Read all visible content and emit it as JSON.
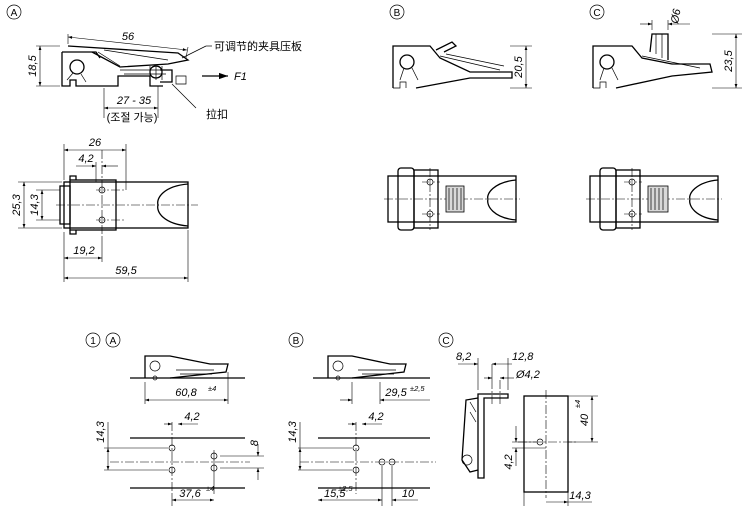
{
  "views": {
    "a": {
      "badge": "A"
    },
    "b": {
      "badge": "B"
    },
    "c": {
      "badge": "C"
    }
  },
  "labels": {
    "clamp_plate": "可调节的夹具压板",
    "pull_latch": "拉扣",
    "adjustable": "(조절 가능)",
    "force": "F1"
  },
  "dimensions": {
    "a_len_56": "56",
    "a_h_18_5": "18,5",
    "a_range": "27 - 35",
    "b_h_20_5": "20,5",
    "c_h_23_5": "23,5",
    "c_dia_6": "Ø6",
    "plan_26": "26",
    "plan_4_2": "4,2",
    "plan_25_3": "25,3",
    "plan_14_3": "14,3",
    "plan_19_2": "19,2",
    "plan_59_5": "59,5"
  },
  "mounting": {
    "one": {
      "badge": "1"
    },
    "a": {
      "badge": "A",
      "len": "60,8",
      "len_tol": "±4",
      "w14_3": "14,3",
      "w4_2": "4,2",
      "w8": "8",
      "w37_6": "37,6",
      "w37_6_tol": "±4"
    },
    "b": {
      "badge": "B",
      "len": "29,5",
      "len_tol": "±2,5",
      "w14_3": "14,3",
      "w4_2": "4,2",
      "w15_5": "15,5",
      "w15_5_tol": "±2,5",
      "w10": "10"
    },
    "c": {
      "badge": "C",
      "d8_2": "8,2",
      "d12_8": "12,8",
      "d4_2": "Ø4,2",
      "d40": "40",
      "d40_tol": "±4",
      "d4_2b": "4,2",
      "d14_3": "14,3"
    }
  }
}
